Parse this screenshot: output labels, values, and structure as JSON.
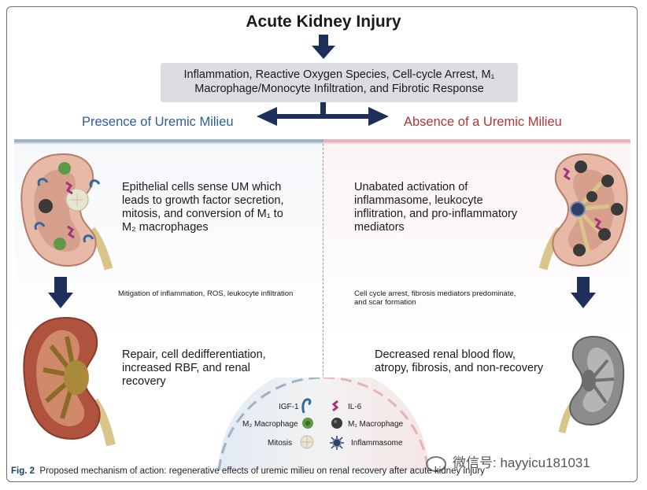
{
  "title": "Acute Kidney Injury",
  "info_box": {
    "line1": "Inflammation, Reactive Oxygen Species, Cell-cycle Arrest, M₁",
    "line2": "Macrophage/Monocyte Infiltration, and Fibrotic Response"
  },
  "branches": {
    "left_label": "Presence of Uremic Milieu",
    "right_label": "Absence of a Uremic Milieu"
  },
  "left": {
    "top_text": [
      "Epithelial cells sense UM which",
      "leads to growth factor secretion,",
      "mitosis, and conversion of M₁ to",
      "M₂ macrophages"
    ],
    "middle_text": "Mitigation of inflammation, ROS, leukocyte infiltration",
    "bottom_text": [
      "Repair, cell dedifferentiation,",
      "increased RBF, and renal",
      "recovery"
    ]
  },
  "right": {
    "top_text": [
      "Unabated activation of",
      "inflammasome, leukocyte",
      "inflitration, and pro-inflammatory",
      "mediators"
    ],
    "middle_text": [
      "Cell cycle arrest, fibrosis mediators predominate,",
      "and scar formation"
    ],
    "bottom_text": [
      "Decreased renal blood flow,",
      "atropy, fibrosis, and non-recovery"
    ]
  },
  "legend": {
    "igf1": "IGF-1",
    "m2": "M₂ Macrophage",
    "mitosis": "Mitosis",
    "il6": "IL-6",
    "m1": "M₁ Macrophage",
    "inflammasome": "Inflammasome"
  },
  "caption": {
    "label": "Fig. 2",
    "text": "Proposed mechanism of action: regenerative effects of uremic milieu on renal recovery after acute kidney injury"
  },
  "watermark": "微信号: hayyicu181031",
  "colors": {
    "arrow": "#1f2f5c",
    "left_accent": "#2d5c9c",
    "right_accent": "#b2363b",
    "kidney_cortex": "#e8b9a6",
    "kidney_medulla": "#c98a74",
    "healthy_kidney": "#b0533e",
    "ureter": "#d9c48a",
    "damaged_kidney": "#8c8c8c"
  }
}
